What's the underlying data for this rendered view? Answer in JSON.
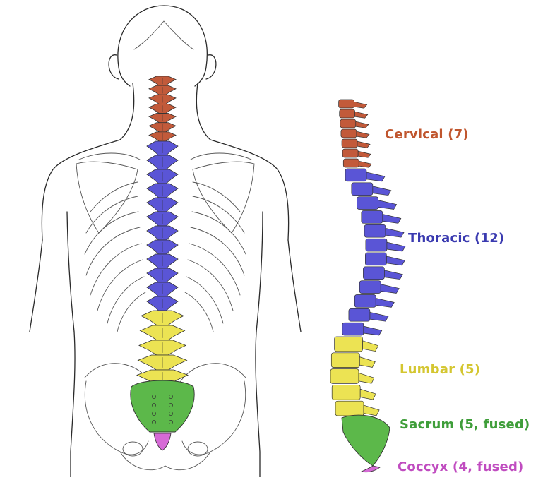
{
  "regions": [
    {
      "key": "cervical",
      "label": "Cervical (7)",
      "color": "#c0562e",
      "count": 7,
      "fill": "#c25a3a"
    },
    {
      "key": "thoracic",
      "label": "Thoracic (12)",
      "color": "#3a3ab0",
      "count": 12,
      "fill": "#5a55d6"
    },
    {
      "key": "lumbar",
      "label": "Lumbar (5)",
      "color": "#d4c630",
      "count": 5,
      "fill": "#ece353"
    },
    {
      "key": "sacrum",
      "label": "Sacrum (5, fused)",
      "color": "#3f9e3a",
      "count": 5,
      "fill": "#5cb84a"
    },
    {
      "key": "coccyx",
      "label": "Coccyx (4, fused)",
      "color": "#c04cc0",
      "count": 4,
      "fill": "#d66ad6"
    }
  ]
}
